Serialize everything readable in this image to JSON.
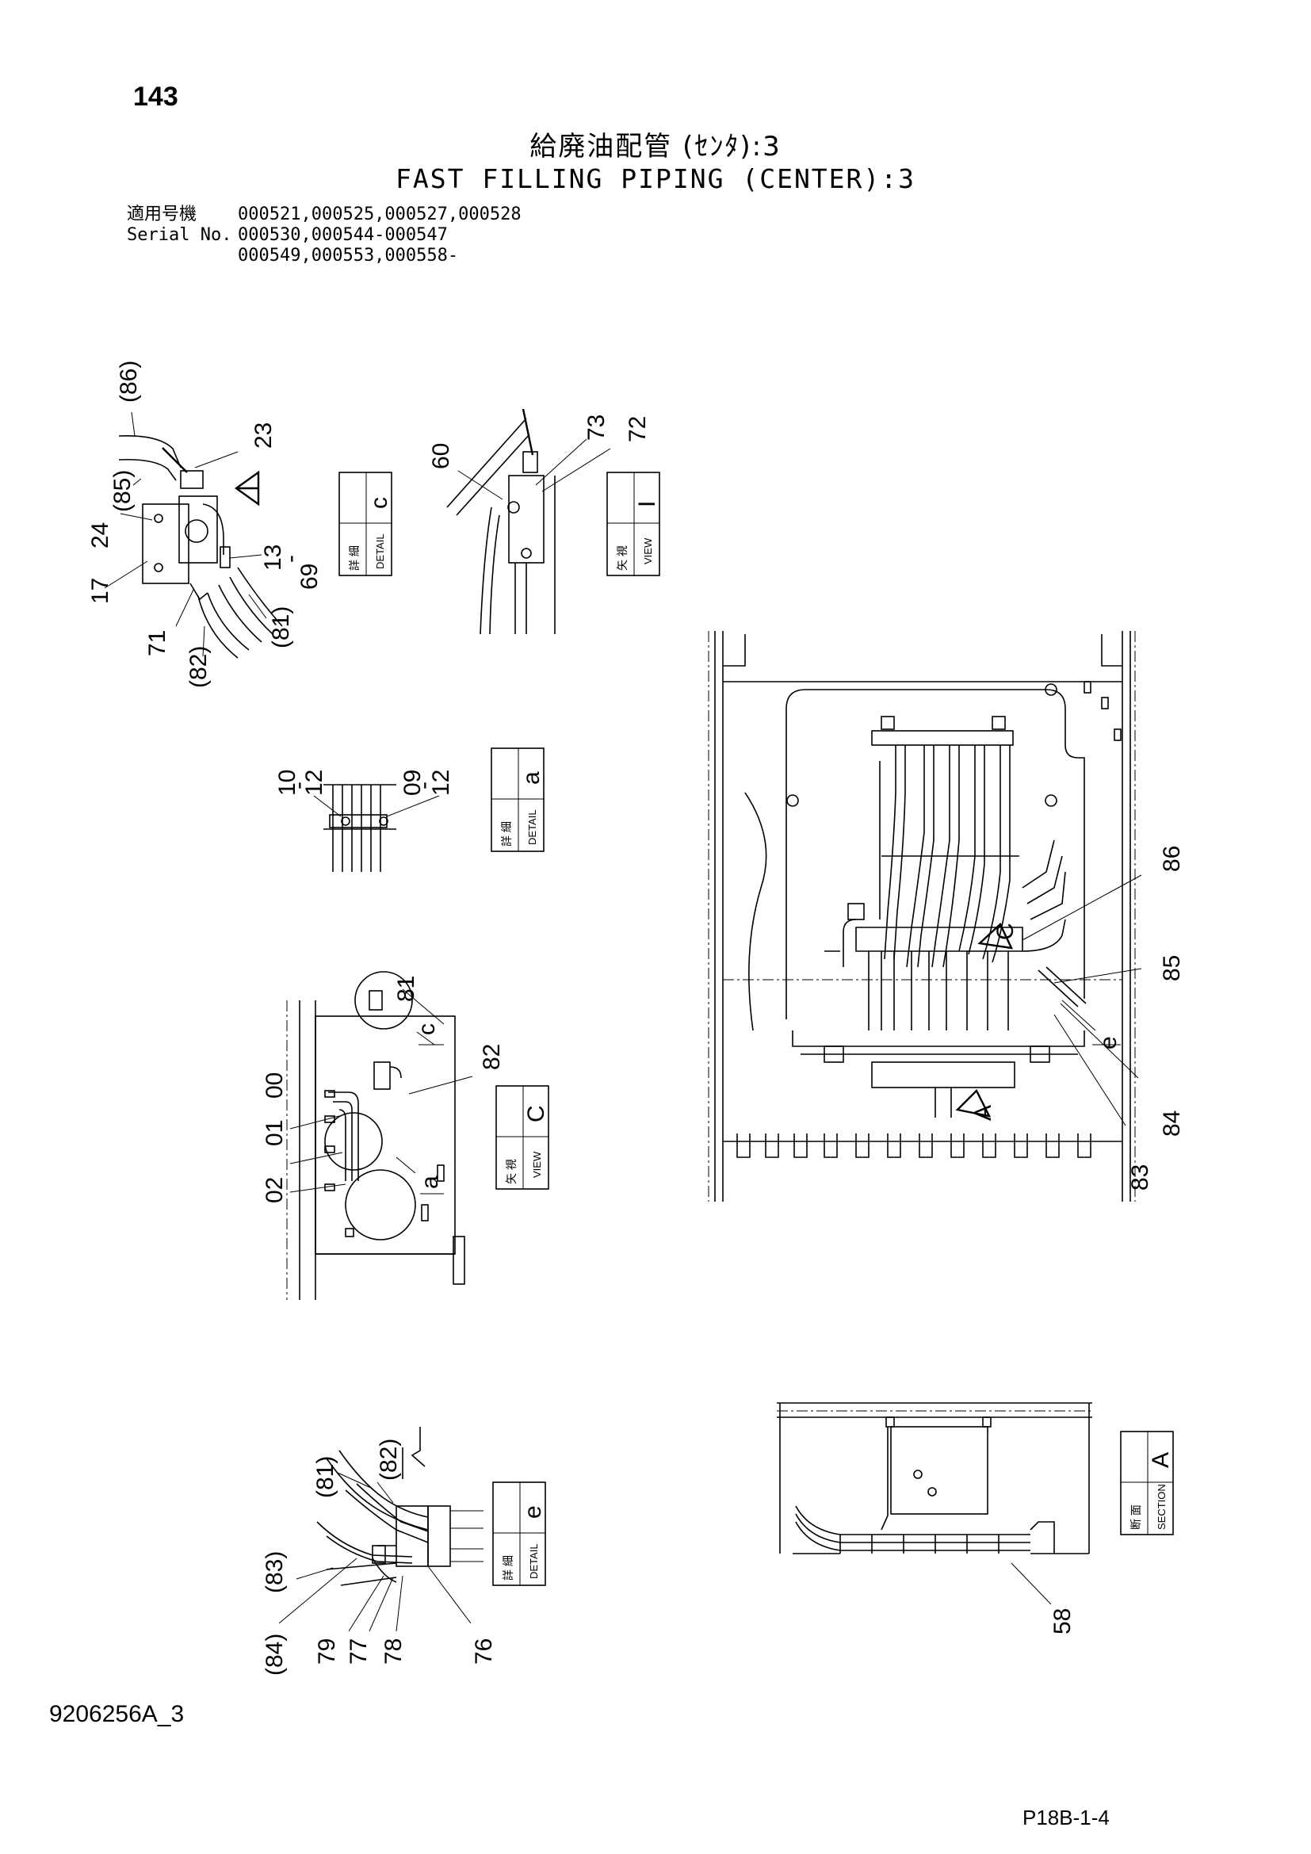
{
  "header": {
    "page_number": "143",
    "title_jp": "給廃油配管 (ｾﾝﾀ):3",
    "title_en": "FAST FILLING PIPING (CENTER):3"
  },
  "serial": {
    "label_jp": "適用号機",
    "label_en": "Serial No.",
    "lines": [
      "000521,000525,000527,000528",
      "000530,000544-000547",
      "000549,000553,000558-"
    ]
  },
  "views": {
    "detail_c": {
      "jp": "詳 細",
      "en": "DETAIL",
      "letter": "c"
    },
    "view_i": {
      "jp": "矢 視",
      "en": "VIEW",
      "letter": "I"
    },
    "detail_a": {
      "jp": "詳 細",
      "en": "DETAIL",
      "letter": "a"
    },
    "view_c": {
      "jp": "矢 視",
      "en": "VIEW",
      "letter": "C"
    },
    "detail_e": {
      "jp": "詳 細",
      "en": "DETAIL",
      "letter": "e"
    },
    "section_a": {
      "jp": "断 面",
      "en": "SECTION",
      "letter": "A"
    }
  },
  "callouts": {
    "detail_c": [
      "(86)",
      "(85)",
      "24",
      "17",
      "23",
      "13",
      "-",
      "69",
      "71",
      "(82)",
      "(81)"
    ],
    "view_i": [
      "60",
      "73",
      "72"
    ],
    "detail_a": [
      "10",
      "-",
      "12",
      "09",
      "-",
      "12"
    ],
    "view_c": [
      "00",
      "01",
      "02",
      "81",
      "82",
      "c",
      "a"
    ],
    "main": [
      "86",
      "85",
      "84",
      "83",
      "e",
      "C",
      "A"
    ],
    "detail_e": [
      "(81)",
      "(82)",
      "(83)",
      "(84)",
      "79",
      "77",
      "78",
      "76"
    ],
    "section_a": [
      "58"
    ],
    "view_i_arrow": "I"
  },
  "footer": {
    "doc_number": "9206256A_3",
    "page_code": "P18B-1-4"
  }
}
